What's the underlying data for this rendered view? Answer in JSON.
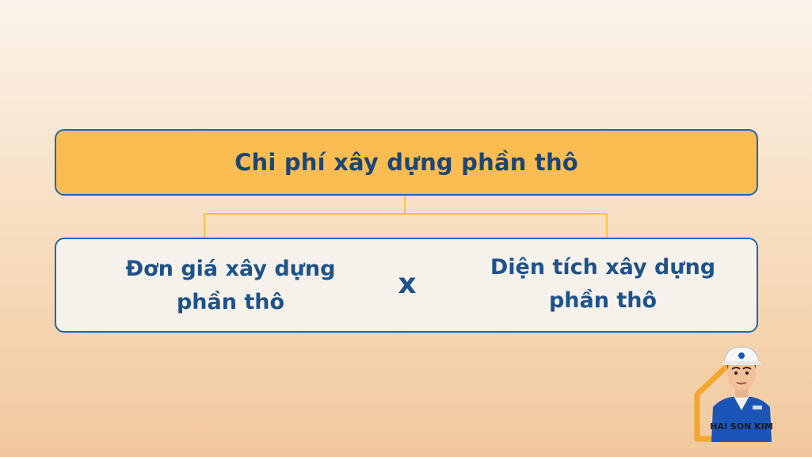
{
  "diagram": {
    "top": {
      "label": "Chi phí xây dựng phần thô"
    },
    "bottom": {
      "left_term": {
        "line1": "Đơn giá xây dựng",
        "line2": "phần thô"
      },
      "operator": "x",
      "right_term": {
        "line1": "Diện tích xây dựng",
        "line2": "phần thô"
      }
    }
  },
  "logo": {
    "text": "HAI SON KIM"
  },
  "colors": {
    "accent_box": "#fbbc52",
    "border": "#1f67a8",
    "text": "#1e5389",
    "connector": "#f6c24f"
  }
}
